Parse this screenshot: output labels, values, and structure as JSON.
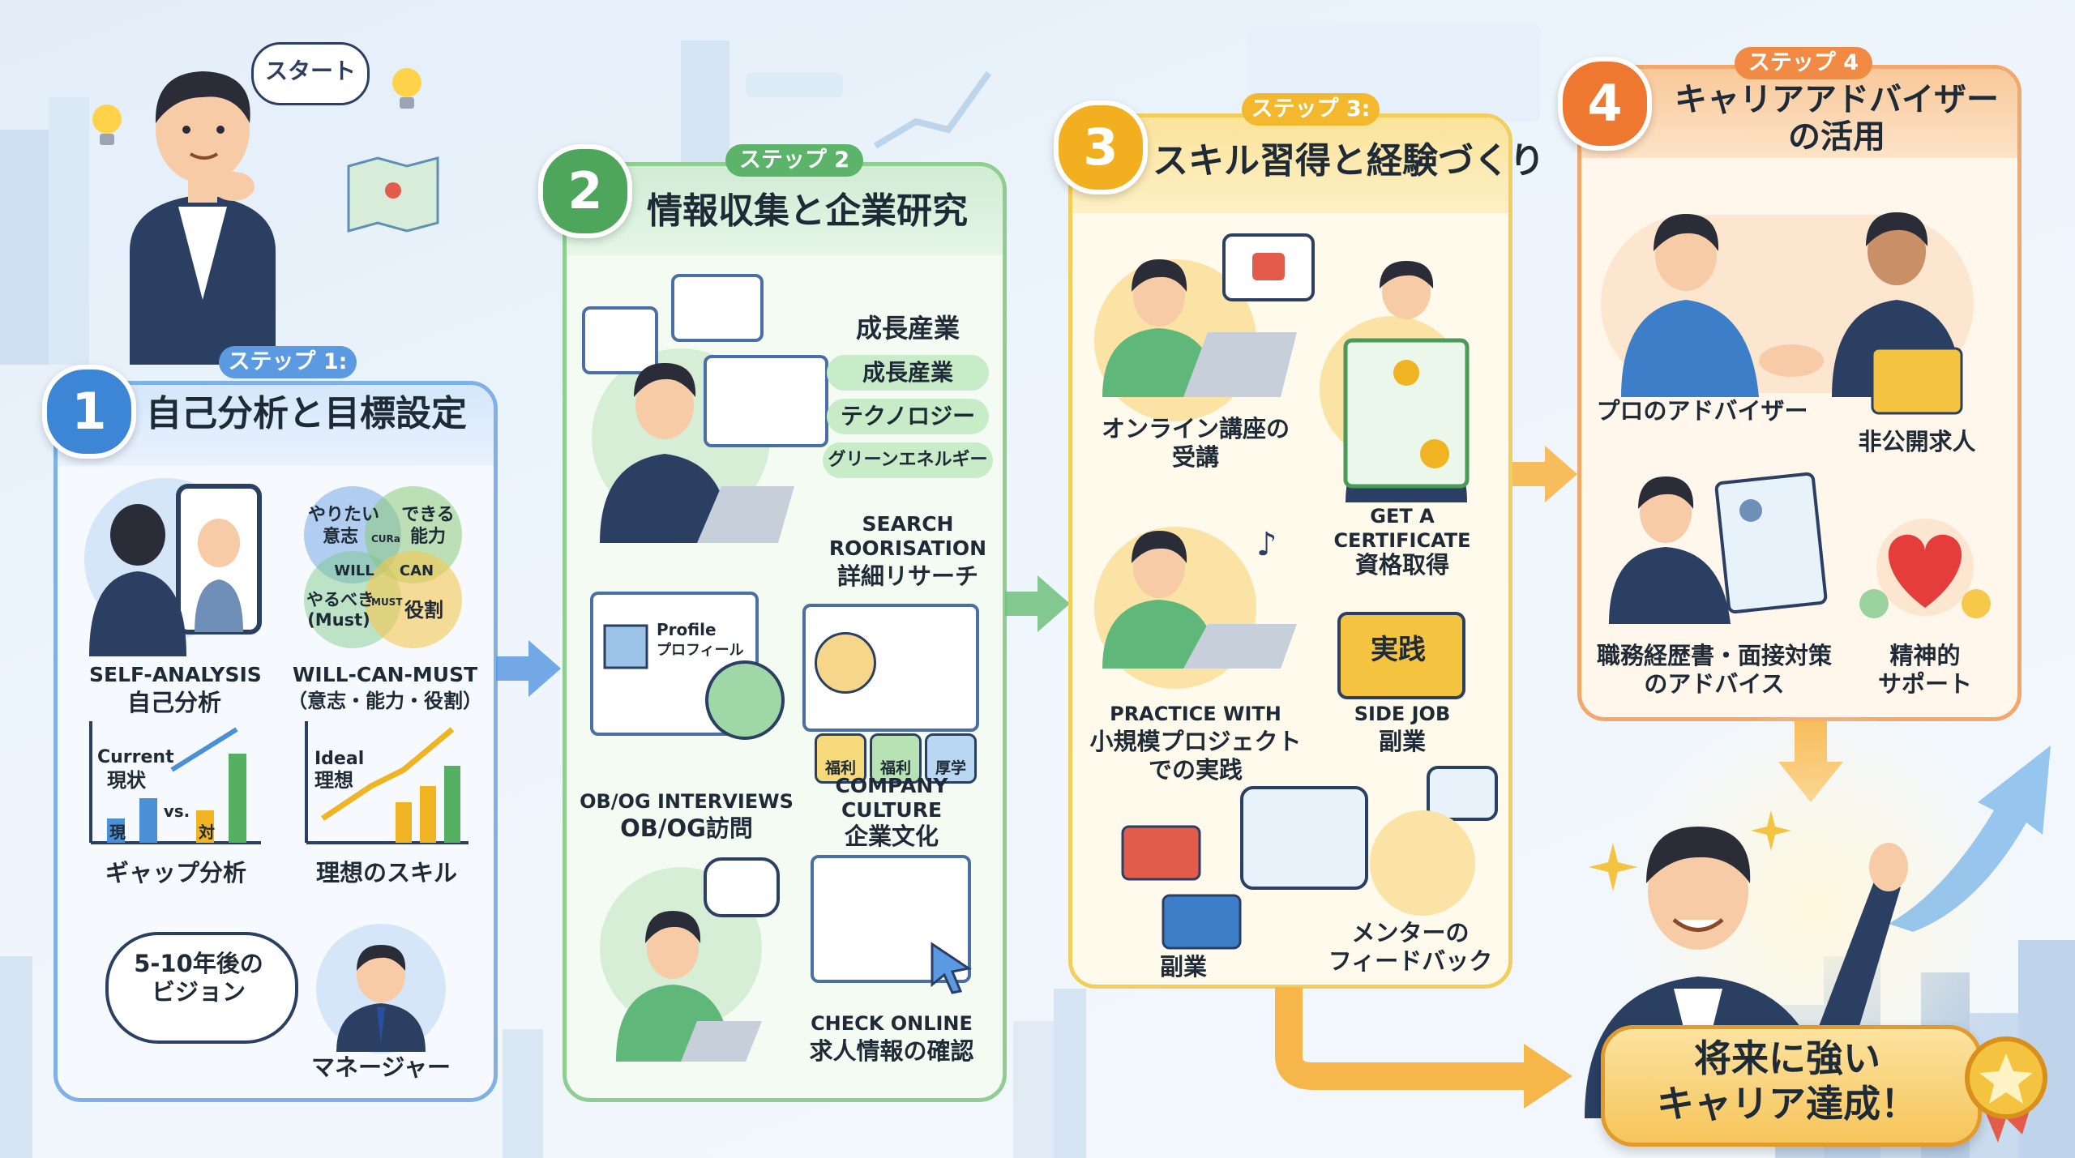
{
  "start_bubble": "スタート",
  "step1": {
    "badge": "ステップ 1:",
    "number": "1",
    "title": "自己分析と目標設定",
    "self_analysis_en": "SELF-ANALYSIS",
    "self_analysis_jp": "自己分析",
    "venn": {
      "top_left": "やりたい\n意志",
      "top_right": "できる\n能力",
      "will": "WILL",
      "can": "CAN",
      "must": "MUST",
      "cura": "CURa",
      "bottom_left": "やるべき\n(Must)",
      "bottom_right": "役割"
    },
    "wcm_en": "WILL-CAN-MUST",
    "wcm_jp": "（意志・能力・役割）",
    "gap_current_en": "Current",
    "gap_current_jp": "現状",
    "gap_vs": "vs.",
    "gap_bar_left": "現",
    "gap_bar_right": "対",
    "gap_label": "ギャップ分析",
    "ideal_en": "Ideal",
    "ideal_jp": "理想",
    "ideal_label": "理想のスキル",
    "vision_bubble": "5-10年後の\nビジョン",
    "manager_label": "マネージャー"
  },
  "step2": {
    "badge": "ステップ 2",
    "number": "2",
    "title": "情報収集と企業研究",
    "growth_heading": "成長産業",
    "tags": [
      "成長産業",
      "テクノロジー",
      "グリーンエネルギー"
    ],
    "search_en_1": "SEARCH",
    "search_en_2": "ROORISATION",
    "search_jp": "詳細リサーチ",
    "profile_en": "Profile",
    "profile_jp": "プロフィール",
    "obog_en": "OB/OG INTERVIEWS",
    "obog_jp": "OB/OG訪問",
    "benefit_tags": [
      "福利",
      "福利",
      "厚学"
    ],
    "culture_en_1": "COMPANY",
    "culture_en_2": "CULTURE",
    "culture_jp": "企業文化",
    "online_en": "CHECK ONLINE",
    "online_jp": "求人情報の確認"
  },
  "step3": {
    "badge": "ステップ 3:",
    "number": "3",
    "title": "スキル習得と経験づくり",
    "online_course": "オンライン講座の\n受講",
    "cert_en_1": "GET A",
    "cert_en_2": "CERTIFICATE",
    "cert_jp": "資格取得",
    "practice_en": "PRACTICE WITH",
    "practice_jp": "小規模プロジェクト\nでの実践",
    "jissen": "実践",
    "sidejob_en": "SIDE JOB",
    "sidejob_jp": "副業",
    "fukugyo": "副業",
    "mentor": "メンターの\nフィードバック"
  },
  "step4": {
    "badge": "ステップ 4",
    "number": "4",
    "title": "キャリアアドバイザー\nの活用",
    "advisor": "プロのアドバイザー",
    "hidden_jobs": "非公開求人",
    "resume_advice": "職務経歴書・面接対策\nのアドバイス",
    "support": "精神的\nサポート"
  },
  "goal": {
    "text": "将来に強い\nキャリア達成！"
  },
  "colors": {
    "step1": "#4a8fd8",
    "step2": "#55b062",
    "step3": "#f0b322",
    "step4": "#ef7f3a",
    "arrow": "#f7b64a",
    "navy": "#2b3f63",
    "skin": "#f6cba6",
    "hair": "#2a2d38"
  }
}
